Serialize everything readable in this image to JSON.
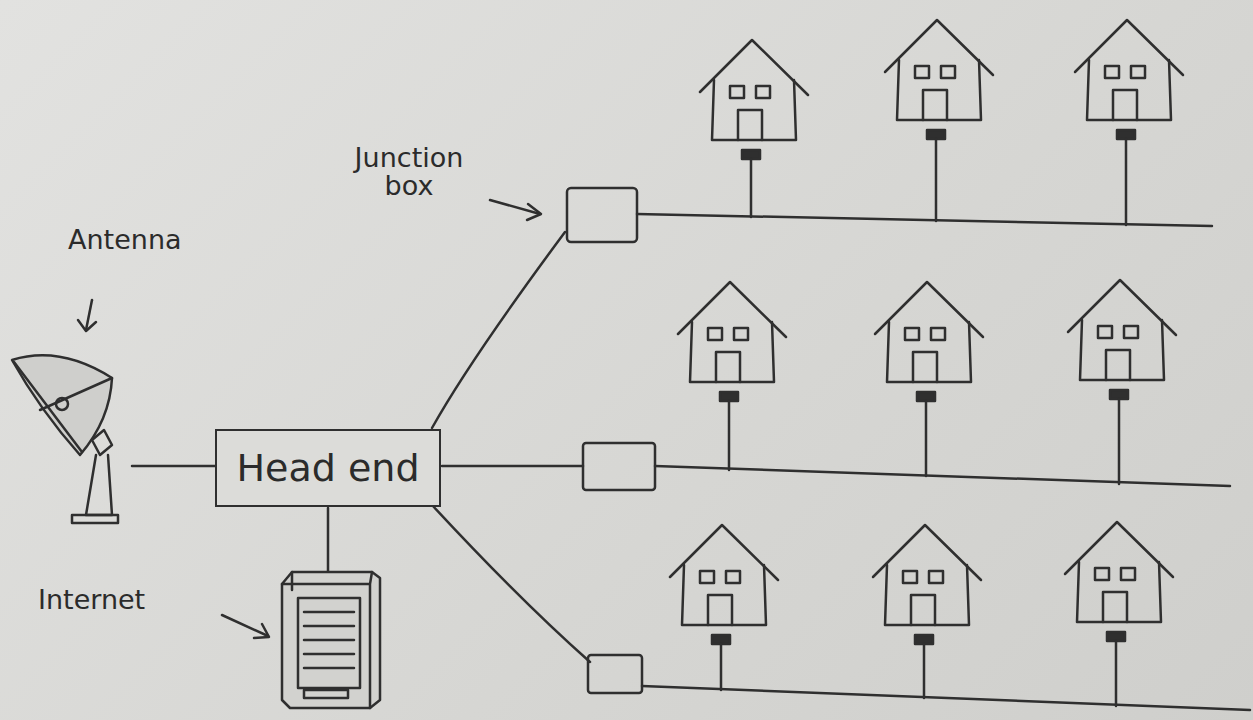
{
  "diagram": {
    "nodes": [
      {
        "text": [
          "Head end"
        ]
      }
    ],
    "labels": [
      "Antenna",
      "Junction box",
      "Internet"
    ]
  }
}
